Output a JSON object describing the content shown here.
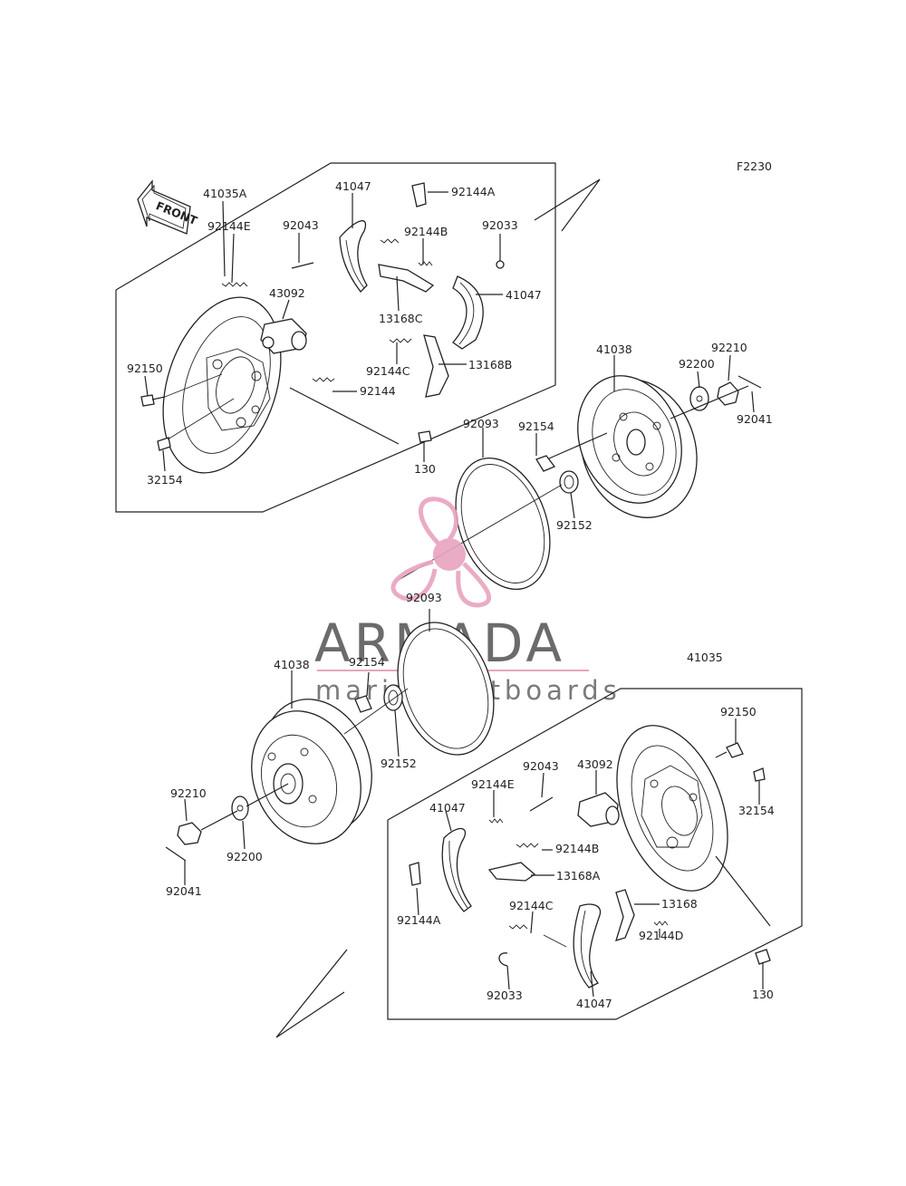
{
  "diagram_code": "F2230",
  "front_arrow_label": "FRONT",
  "watermark": {
    "brand": "ARMADA",
    "tagline": "marine outboards",
    "colors": {
      "logo": "#e8a3bf",
      "text": "#6b6b6b"
    }
  },
  "upper_assembly": {
    "labels": {
      "backplate_assy": "41035A",
      "shoe_left": "41047",
      "clip_top": "92144A",
      "pin": "92043",
      "spring_b": "92144B",
      "e_clip": "92033",
      "spring_e": "92144E",
      "wheel_cylinder": "43092",
      "lever_c": "13168C",
      "shoe_right": "41047",
      "bolt": "92150",
      "spring_c": "92144C",
      "lever_b": "13168B",
      "spring": "92144",
      "bleeder": "32154",
      "screw": "130"
    }
  },
  "upper_drum": {
    "labels": {
      "drum": "41038",
      "washer": "92200",
      "nut": "92210",
      "cotter_pin": "92041",
      "seal_ring": "92093",
      "stud": "92154",
      "seal": "92152"
    }
  },
  "lower_drum": {
    "labels": {
      "seal_ring": "92093",
      "drum": "41038",
      "stud": "92154",
      "seal": "92152",
      "nut": "92210",
      "washer": "92200",
      "cotter_pin": "92041"
    }
  },
  "lower_assembly": {
    "labels": {
      "backplate_assy": "41035",
      "bolt": "92150",
      "pin": "92043",
      "wheel_cylinder": "43092",
      "spring_e": "92144E",
      "bleeder": "32154",
      "shoe_left": "41047",
      "spring_b": "92144B",
      "lever_a": "13168A",
      "clip": "92144A",
      "spring_c": "92144C",
      "lever": "13168",
      "spring_d": "92144D",
      "e_clip": "92033",
      "shoe_right": "41047",
      "screw": "130"
    }
  }
}
